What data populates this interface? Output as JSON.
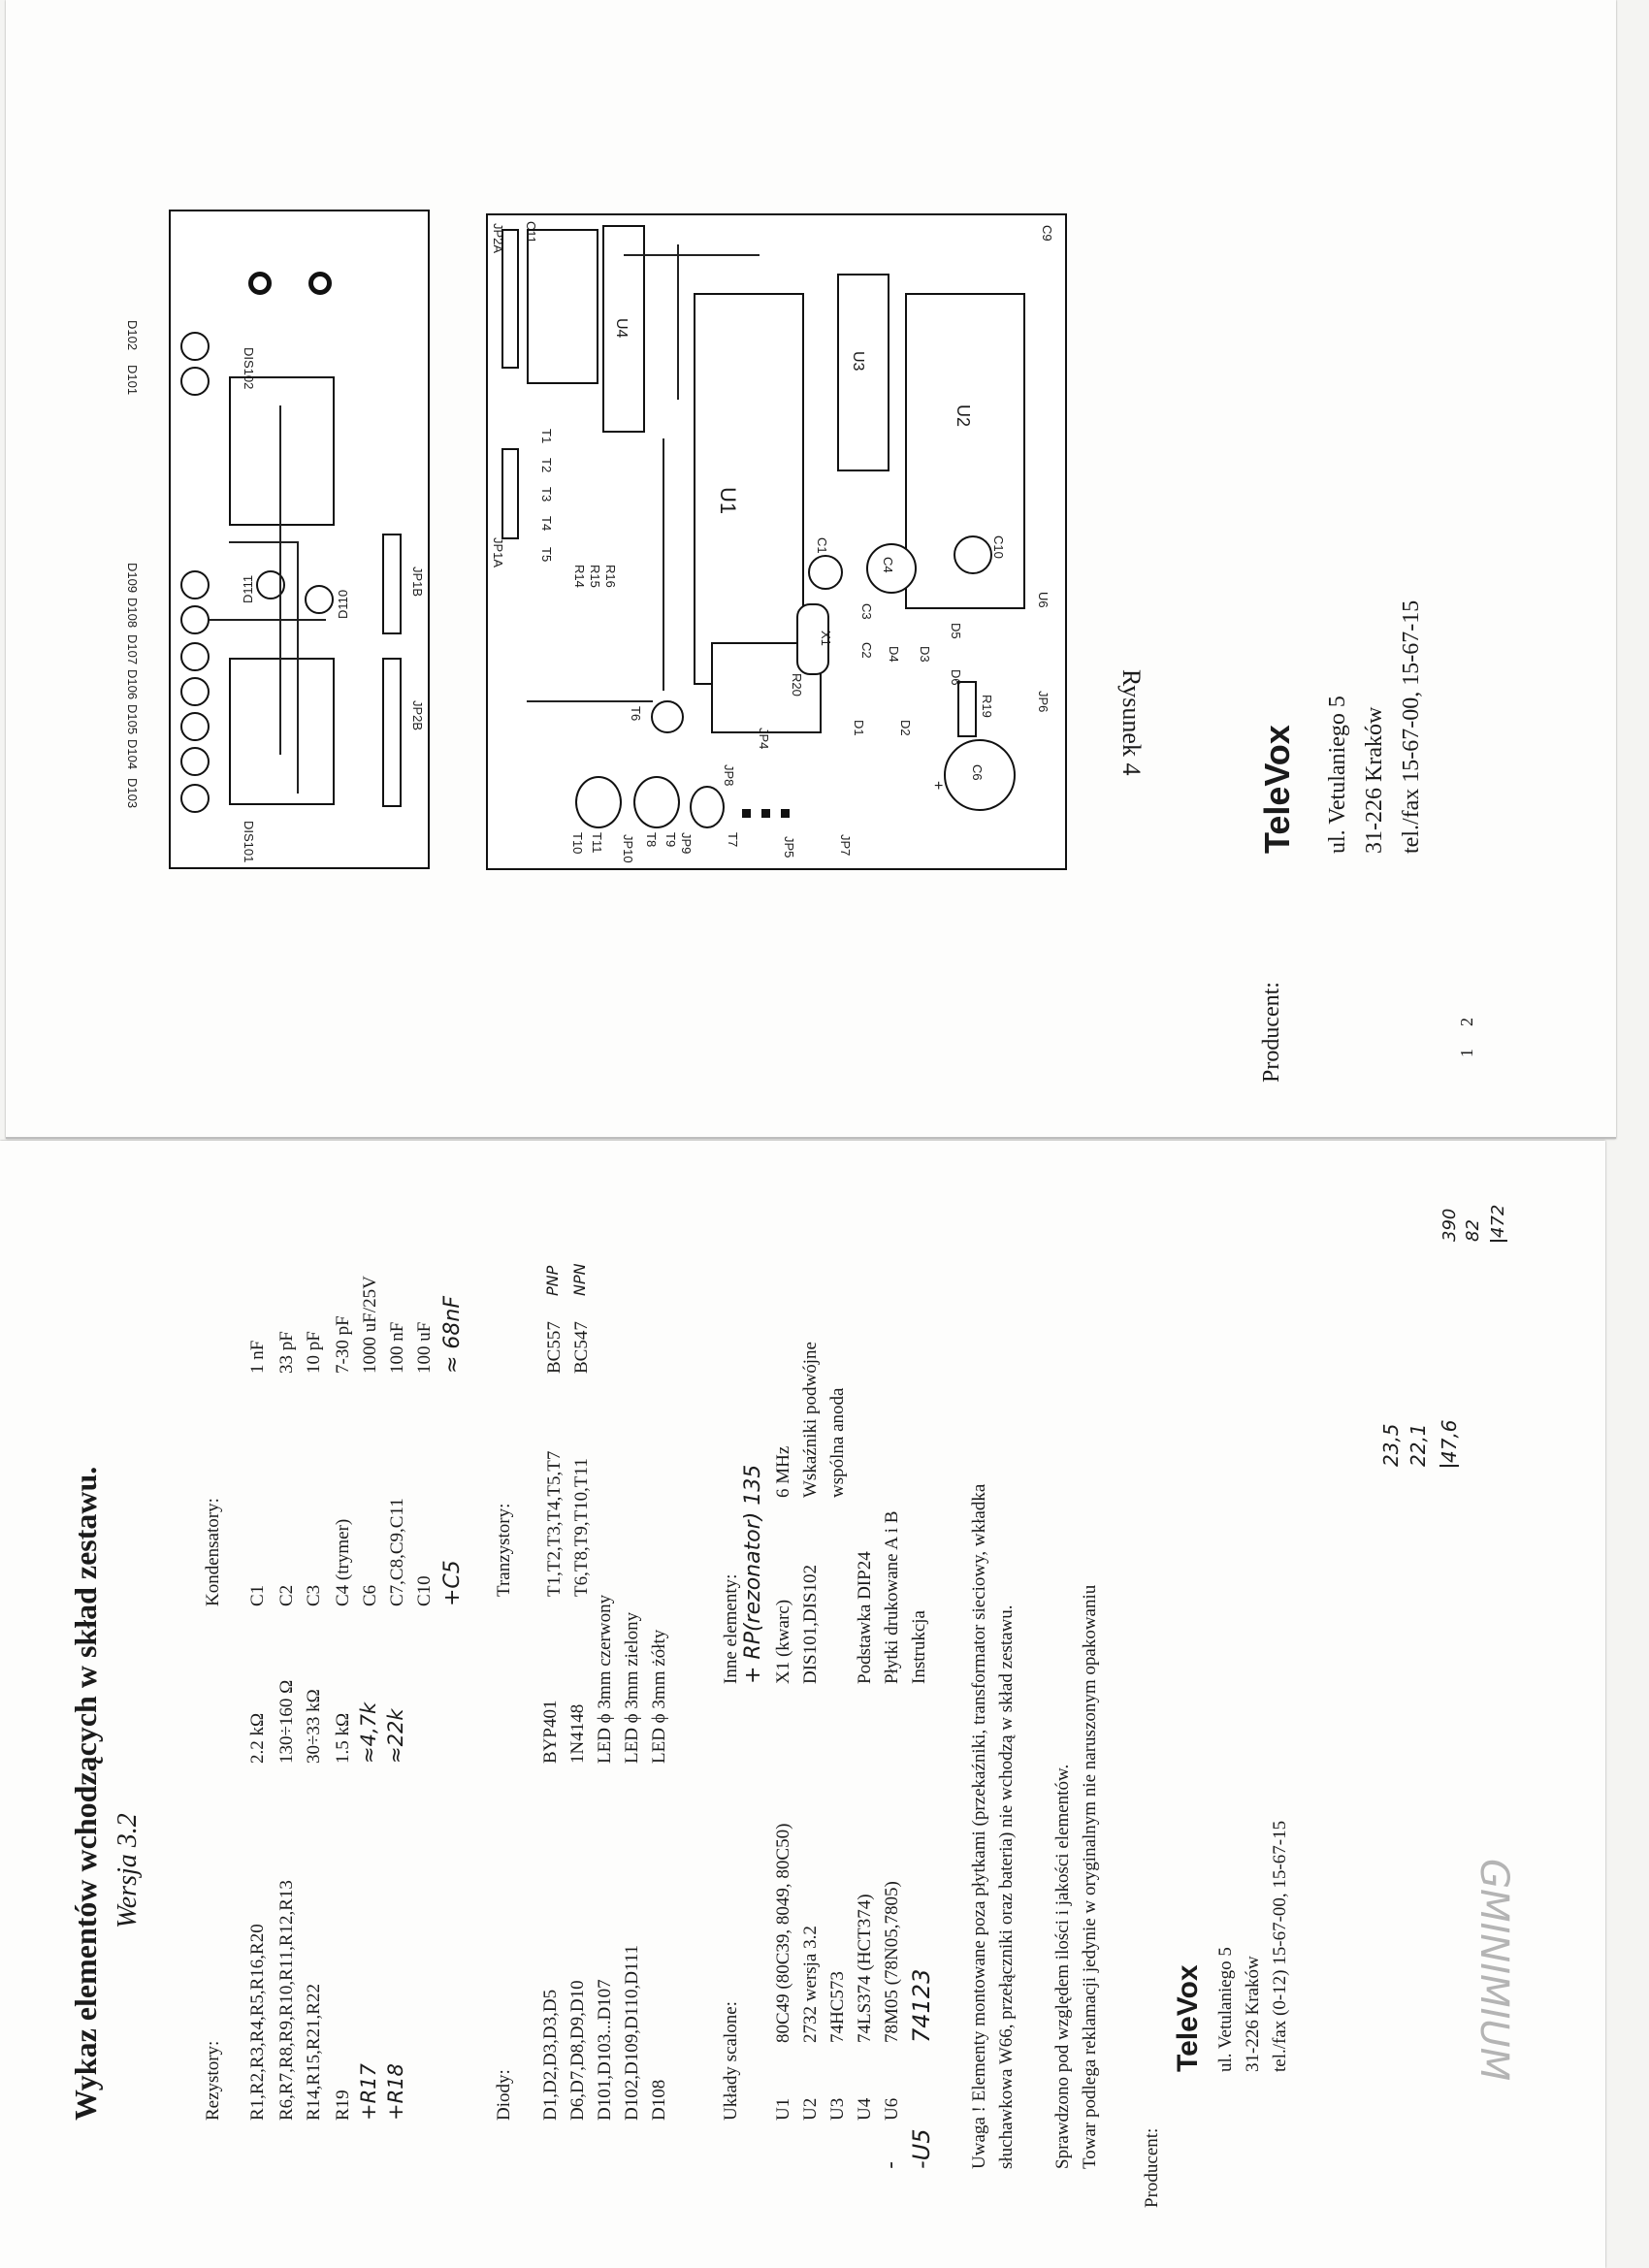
{
  "top_sheet": {
    "display_board": {
      "led_labels": [
        "D103",
        "D104",
        "D105",
        "D106",
        "D107",
        "D108",
        "D109"
      ],
      "led_labels_right": [
        "D101",
        "D102"
      ],
      "labels": {
        "dis101": "DIS101",
        "dis102": "DIS102",
        "d110": "D110",
        "d111": "D111",
        "jp1b": "JP1B",
        "jp2b": "JP2B"
      }
    },
    "main_board": {
      "labels": {
        "u1": "U1",
        "u2": "U2",
        "u3": "U3",
        "u4": "U4",
        "u6": "U6",
        "jp1a": "JP1A",
        "jp2a": "JP2A",
        "jp4": "JP4",
        "jp5": "JP5",
        "jp6": "JP6",
        "jp7": "JP7",
        "jp8": "JP8",
        "jp9": "JP9",
        "jp10": "JP10",
        "c1": "C1",
        "c2": "C2",
        "c3": "C3",
        "c4": "C4",
        "c6": "C6",
        "c9": "C9",
        "c10": "C10",
        "c11": "C11",
        "d1": "D1",
        "d2": "D2",
        "d3": "D3",
        "d4": "D4",
        "d5": "D5",
        "d6": "D6",
        "x1": "X1",
        "r14": "R14",
        "r15": "R15",
        "r16": "R16",
        "r19": "R19",
        "r20": "R20",
        "t6": "T6",
        "t7": "T7",
        "t8": "T8",
        "t9": "T9",
        "t10": "T10",
        "t11": "T11",
        "t1": "T1",
        "t2": "T2",
        "t3": "T3",
        "t4": "T4",
        "t5": "T5",
        "plus": "+"
      }
    },
    "figure_caption": "Rysunek 4",
    "producer": {
      "label": "Producent:",
      "name": "TeleVox",
      "street": "ul. Vetulaniego 5",
      "city": "31-226 Kraków",
      "phone": "tel./fax 15-67-00, 15-67-15"
    },
    "side_marks": {
      "num1": "1",
      "num2": "2"
    }
  },
  "bottom_sheet": {
    "title": "Wykaz elementów wchodzących w skład zestawu.",
    "version": "Wersja 3.2",
    "resistors": {
      "heading": "Rezystory:",
      "rows": [
        {
          "parts": "R1,R2,R3,R4,R5,R16,R20",
          "value": "2.2 kΩ"
        },
        {
          "parts": "R6,R7,R8,R9,R10,R11,R12,R13",
          "value": "130÷160 Ω"
        },
        {
          "parts": "R14,R15,R21,R22",
          "value": "30÷33 kΩ"
        },
        {
          "parts": "R19",
          "value": "1.5 kΩ"
        }
      ],
      "handwritten": [
        {
          "parts": "+R17",
          "value": "≈4,7k"
        },
        {
          "parts": "+R18",
          "value": "≈22k"
        }
      ]
    },
    "capacitors": {
      "heading": "Kondensatory:",
      "rows": [
        {
          "parts": "C1",
          "value": "1 nF"
        },
        {
          "parts": "C2",
          "value": "33 pF"
        },
        {
          "parts": "C3",
          "value": "10 pF"
        },
        {
          "parts": "C4 (trymer)",
          "value": "7-30 pF"
        },
        {
          "parts": "C6",
          "value": "1000 uF/25V"
        },
        {
          "parts": "C7,C8,C9,C11",
          "value": "100 nF"
        },
        {
          "parts": "C10",
          "value": "100 uF"
        }
      ],
      "handwritten": {
        "parts": "+C5",
        "value": "≈ 68nF"
      }
    },
    "diodes": {
      "heading": "Diody:",
      "rows": [
        {
          "parts": "D1,D2,D3,D3,D5",
          "value": "BYP401"
        },
        {
          "parts": "D6,D7,D8,D9,D10",
          "value": "1N4148"
        },
        {
          "parts": "D101,D103...D107",
          "value": "LED ϕ 3mm czerwony"
        },
        {
          "parts": "D102,D109,D110,D111",
          "value": "LED ϕ 3mm zielony"
        },
        {
          "parts": "D108",
          "value": "LED ϕ 3mm żółty"
        }
      ]
    },
    "transistors": {
      "heading": "Tranzystory:",
      "rows": [
        {
          "parts": "T1,T2,T3,T4,T5,T7",
          "value": "BC557",
          "note": "PNP"
        },
        {
          "parts": "T6,T8,T9,T10,T11",
          "value": "BC547",
          "note": "NPN"
        }
      ]
    },
    "ics": {
      "heading": "Układy scalone:",
      "rows": [
        {
          "parts": "U1",
          "value": "80C49 (80C39, 8049, 80C50)"
        },
        {
          "parts": "U2",
          "value": "2732 wersja 3.2"
        },
        {
          "parts": "U3",
          "value": "74HC573"
        },
        {
          "parts": "U4",
          "value": "74LS374 (HCT374)"
        },
        {
          "parts": "U6",
          "value": "78M05 (78N05,7805)"
        }
      ],
      "handwritten": {
        "prefix": "-U5",
        "value": "74123"
      },
      "u6_prefix": "-"
    },
    "other": {
      "heading": "Inne elementy:",
      "handwritten_row": "+ RP(rezonator) 135",
      "rows": [
        {
          "parts": "X1 (kwarc)",
          "value": "6 MHz"
        },
        {
          "parts": "DIS101,DIS102",
          "value": "Wskaźniki podwójne"
        },
        {
          "parts": "",
          "value": "wspólna anoda"
        },
        {
          "parts": "Podstawka DIP24",
          "value": ""
        },
        {
          "parts": "Płytki drukowane A i B",
          "value": ""
        },
        {
          "parts": "Instrukcja",
          "value": ""
        }
      ]
    },
    "notes": [
      "Uwaga ! Elementy montowane poza płytkami (przekaźniki, transformator sieciowy, wkładka",
      "słuchawkowa W66, przełączniki oraz bateria) nie wchodzą w skład zestawu.",
      "Sprawdzono pod względem ilości i jakości elementów.",
      "Towar podlega reklamacji jedynie w oryginalnym nie naruszonym opakowaniu"
    ],
    "producer": {
      "label": "Producent:",
      "name": "TeleVox",
      "street": "ul. Vetulaniego 5",
      "city": "31-226 Kraków",
      "phone": "tel./fax (0-12) 15-67-00, 15-67-15"
    },
    "calc1": [
      "23,5",
      "22,1",
      "47,6"
    ],
    "calc2": [
      "390",
      "82",
      "472"
    ],
    "faint_stamp": "GMINIMIUM"
  }
}
